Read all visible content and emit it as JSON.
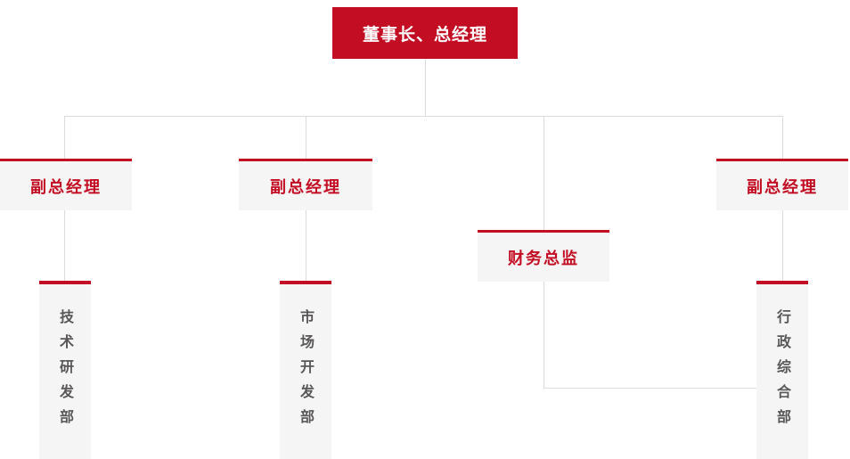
{
  "org_chart": {
    "type": "organization-chart",
    "root": {
      "label": "董事长、总经理"
    },
    "managers": [
      {
        "label": "副总经理"
      },
      {
        "label": "副总经理"
      },
      {
        "label": "财务总监"
      },
      {
        "label": "副总经理"
      }
    ],
    "departments": [
      {
        "label": "技术研发部"
      },
      {
        "label": "市场开发部"
      },
      {
        "label": "行政综合部"
      }
    ],
    "colors": {
      "accent_red": "#c30d23",
      "node_background": "#f5f5f5",
      "connector_line": "#dcdcdc",
      "department_text": "#595757",
      "root_text": "#ffffff"
    }
  }
}
